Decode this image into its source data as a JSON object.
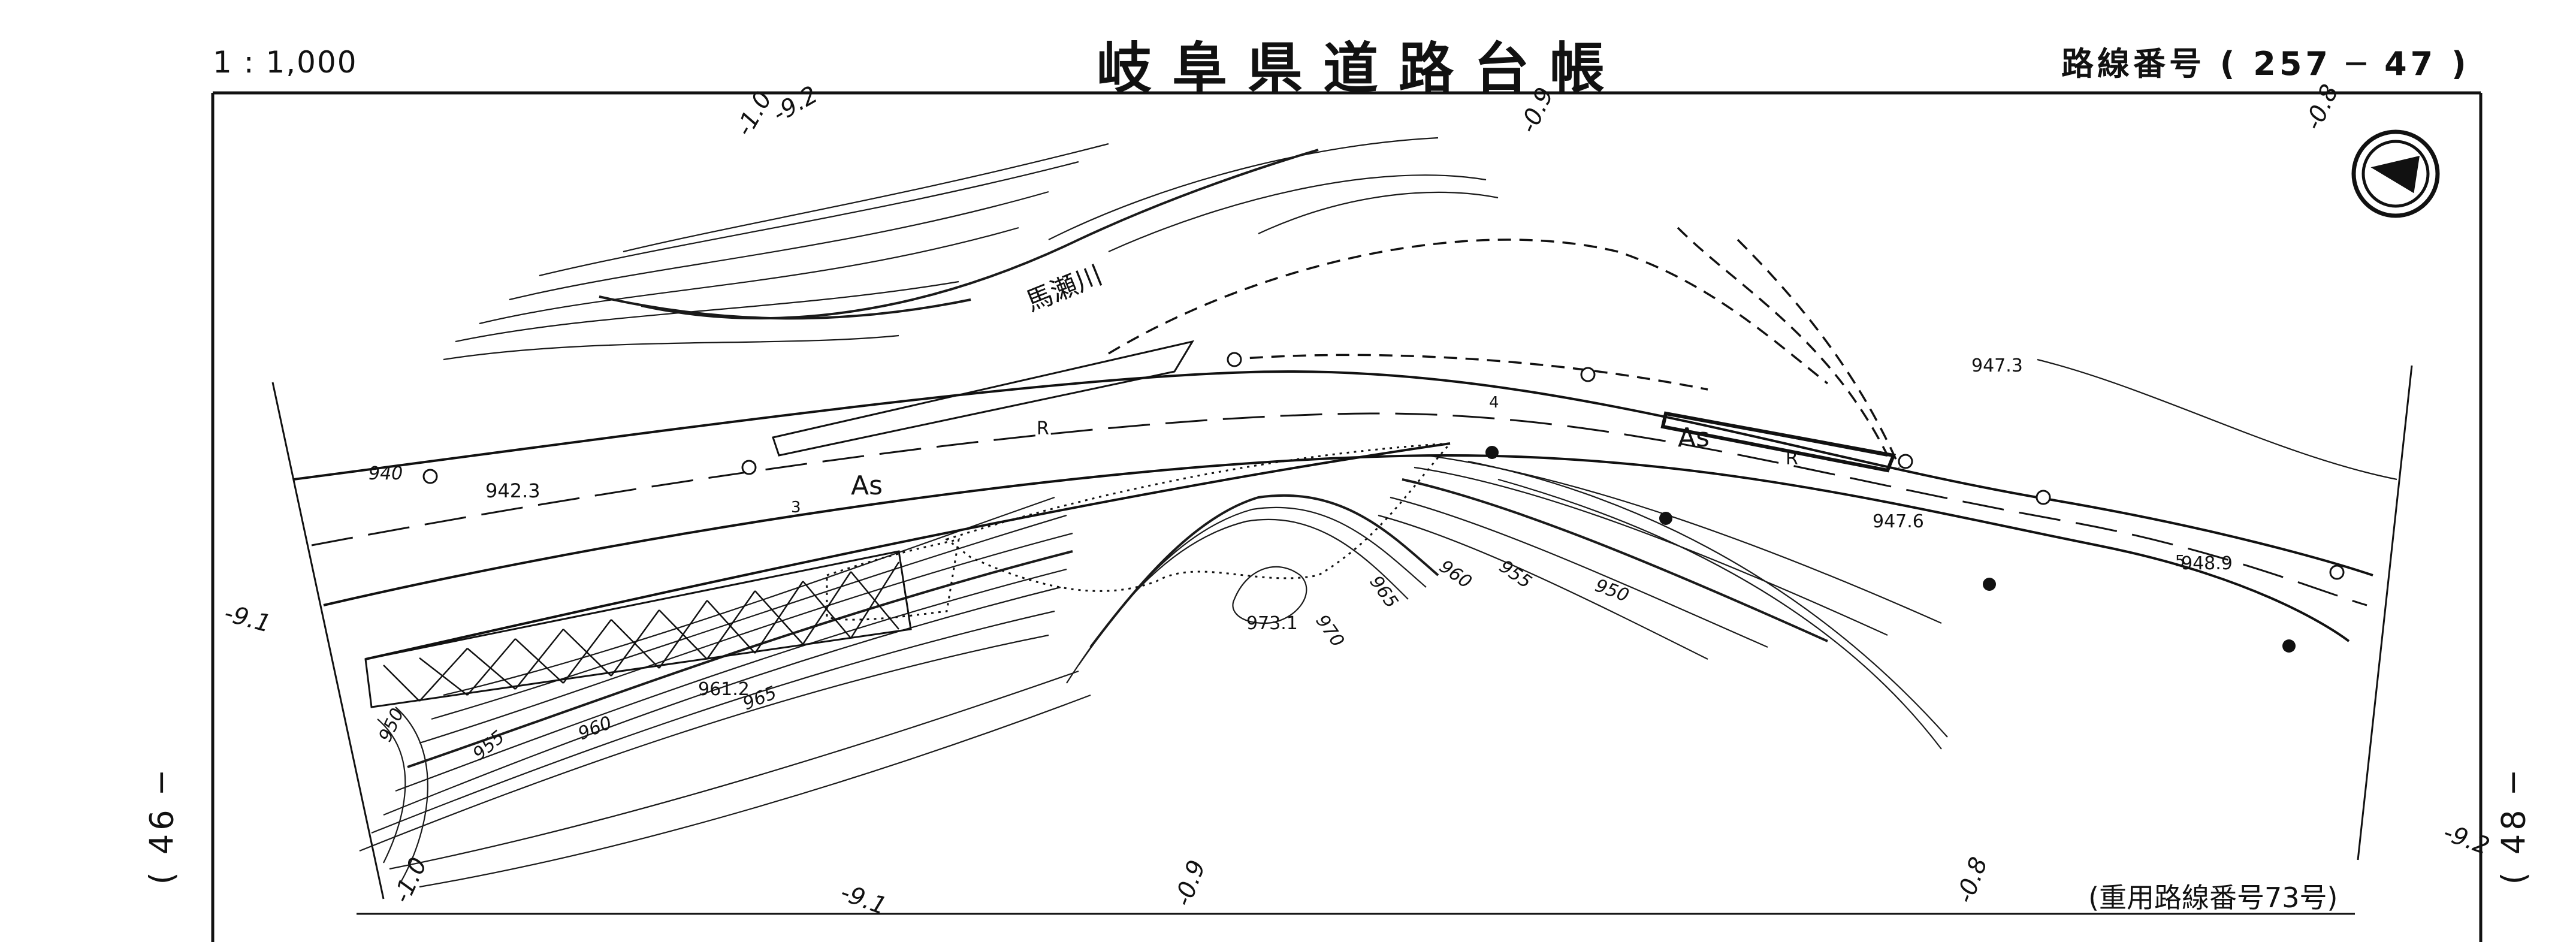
{
  "header": {
    "scale": "1 : 1,000",
    "title": "岐阜県道路台帳",
    "route_number": "路線番号 ( 257  ─  47 )"
  },
  "side_labels": {
    "previous_sheet": "( 46 ─",
    "next_sheet": "( 48 ─"
  },
  "footer": {
    "dual_route": "(重用路線番号73号)"
  },
  "map": {
    "river_name": "馬瀬川",
    "pavement_label": "As",
    "retaining_label": "R",
    "spot_elevations": [
      "942.3",
      "947.3",
      "947.6",
      "948.9",
      "961.2",
      "973.1"
    ],
    "contour_labels": [
      "940",
      "950",
      "955",
      "960",
      "965",
      "970",
      "965",
      "960",
      "955",
      "950"
    ],
    "slope_labels": [
      "3",
      "4",
      "5"
    ],
    "kilometer_ticks_top": [
      "-1.0",
      "-9.2",
      "-0.9",
      "-0.8"
    ],
    "kilometer_ticks_bottom": [
      "-1.0",
      "-9.1",
      "-0.9",
      "-0.8",
      "-9.2"
    ],
    "kilometer_ticks_side": [
      "-9.1"
    ],
    "north_arrow": "north-arrow-icon",
    "colors": {
      "ink": "#111111",
      "paper": "#ffffff"
    }
  }
}
